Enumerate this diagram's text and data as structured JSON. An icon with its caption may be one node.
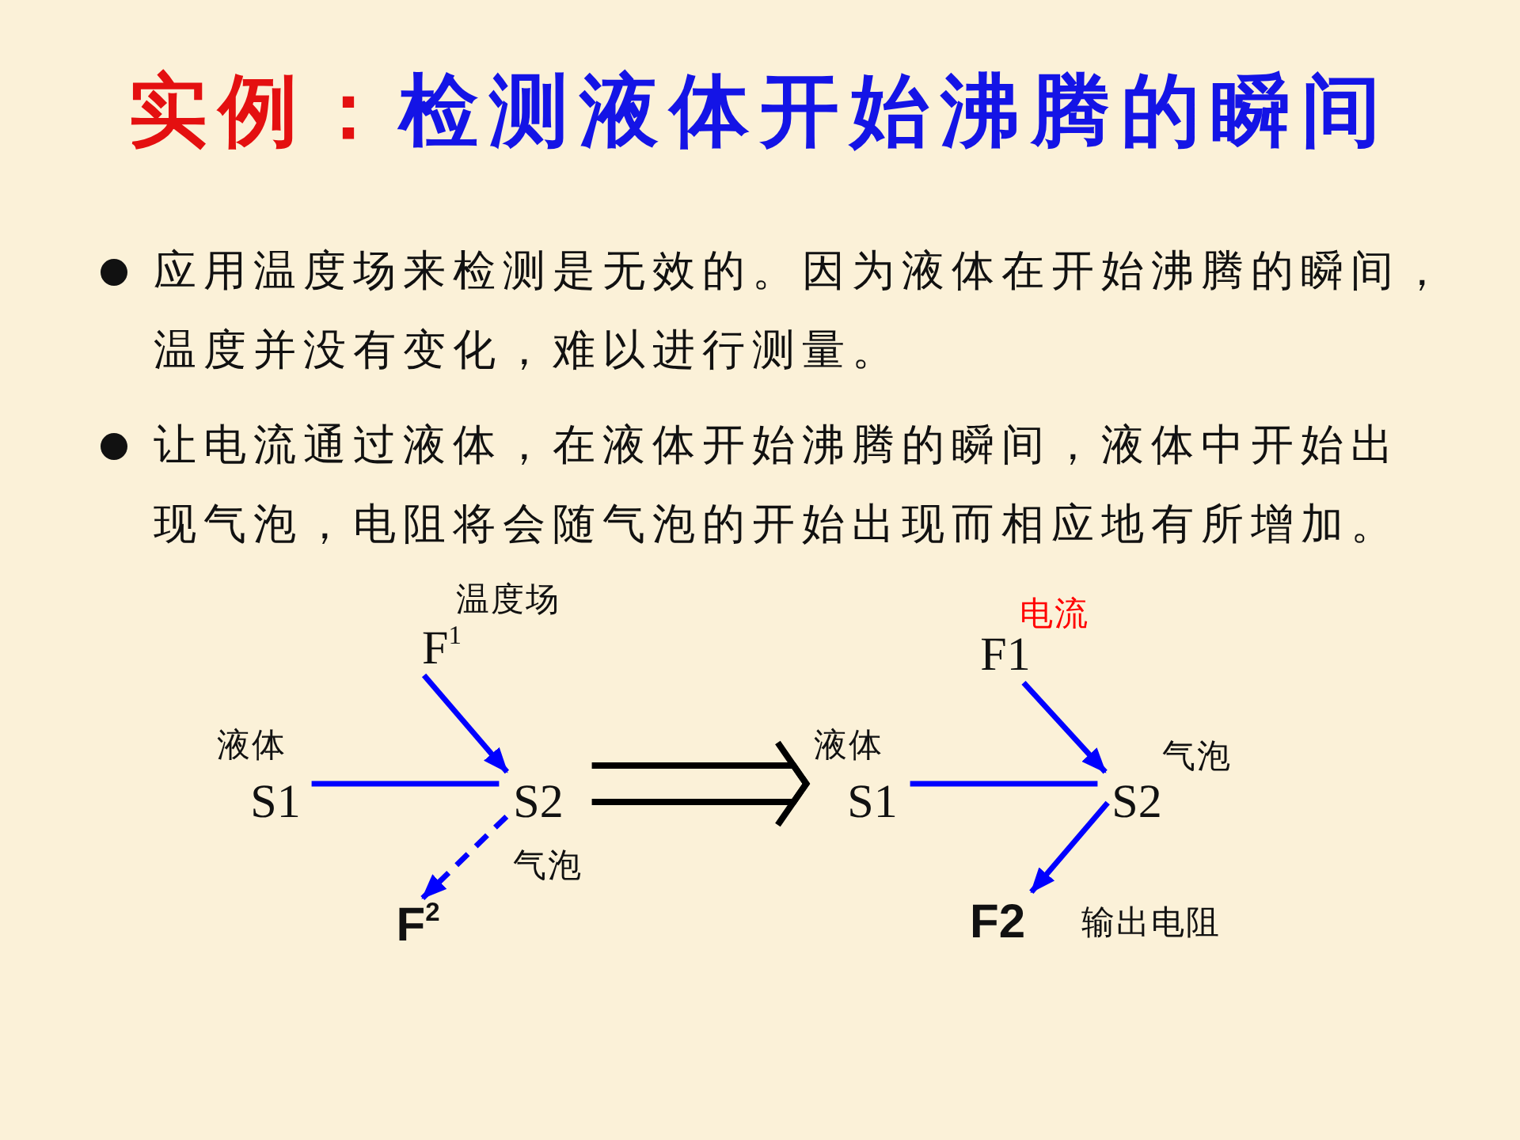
{
  "diagram": {
    "title": "**实例：**检测液体开始沸腾的瞬间",
    "nodes": [
      {
        "text": [
          "F$^{1}$"
        ],
        "beside": [
          "温度场"
        ]
      },
      {
        "text": [
          "S1"
        ],
        "beside": [
          "液体"
        ]
      },
      {
        "text": [
          "S2"
        ],
        "beside": [
          "气泡"
        ]
      },
      {
        "text": [
          "F$^{2}$"
        ]
      },
      {
        "text": [
          "F1"
        ],
        "beside": [
          "电流"
        ]
      },
      {
        "text": [
          "S1"
        ],
        "beside": [
          "液体"
        ]
      },
      {
        "text": [
          "S2"
        ],
        "beside": [
          "气泡"
        ]
      },
      {
        "text": [
          "F2"
        ],
        "beside": [
          "输出电阻"
        ]
      }
    ],
    "edges": [
      {
        "from": 0,
        "to": 2,
        "arrow": "to"
      },
      {
        "from": 1,
        "to": 2,
        "arrow": "none"
      },
      {
        "from": 2,
        "to": 3,
        "arrow": "to",
        "style": "dashed"
      },
      {
        "from": 2,
        "to": 5,
        "arrow": "to",
        "color": "#000000"
      },
      {
        "from": 4,
        "to": 6,
        "arrow": "to"
      },
      {
        "from": 5,
        "to": 6,
        "arrow": "none"
      },
      {
        "from": 6,
        "to": 7,
        "arrow": "to"
      }
    ],
    "labels": [
      "应用温度场来检测是无效的。因为液体在开始沸腾的瞬间，温度并没有变化，难以进行测量。",
      "让电流通过液体，在液体开始沸腾的瞬间，液体中开始出现气泡，电阻将会随气泡的开始出现而相应地有所增加。"
    ]
  }
}
